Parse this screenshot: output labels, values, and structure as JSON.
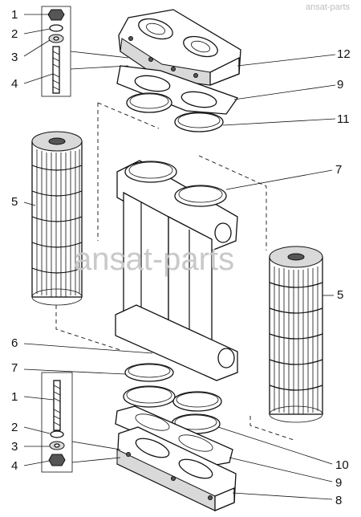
{
  "watermark_top": "ansat-parts",
  "watermark_center": "ansat-parts",
  "callouts": {
    "top_bolt_1": "1",
    "top_washer_2": "2",
    "top_washer_3": "3",
    "top_stud_4": "4",
    "cover_12": "12",
    "gasket_9_top": "9",
    "seal_11": "11",
    "ring_7_top": "7",
    "filter_5_left": "5",
    "filter_5_right": "5",
    "housing_6": "6",
    "ring_7_bottom": "7",
    "bottom_bolt_1": "1",
    "bottom_washer_2": "2",
    "bottom_washer_3": "3",
    "bottom_nut_4": "4",
    "seal_10": "10",
    "gasket_9_bottom": "9",
    "base_8": "8"
  }
}
